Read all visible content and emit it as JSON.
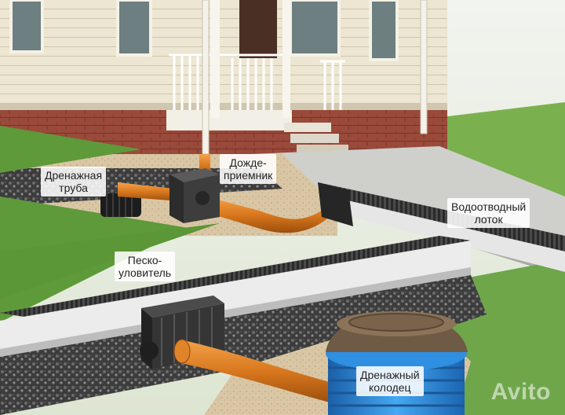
{
  "labels": {
    "drain_pipe": {
      "line1": "Дренажная",
      "line2": "труба"
    },
    "rain_inlet": {
      "line1": "Дожде-",
      "line2": "приемник"
    },
    "drain_channel": {
      "line1": "Водоотводный",
      "line2": "лоток"
    },
    "sand_trap": {
      "line1": "Песко-",
      "line2": "уловитель"
    },
    "drain_well": {
      "line1": "Дренажный",
      "line2": "колодец"
    }
  },
  "watermark": "Avito",
  "colors": {
    "siding": "#e8e1cc",
    "brick": "#9a4a3a",
    "pipe": "#d9781e",
    "channel": "#e6e6e6",
    "grate": "#3b3b3b",
    "gravel": "#4a4a4a",
    "grass": "#5e9a3a",
    "well_blue": "#2f8fe0"
  }
}
